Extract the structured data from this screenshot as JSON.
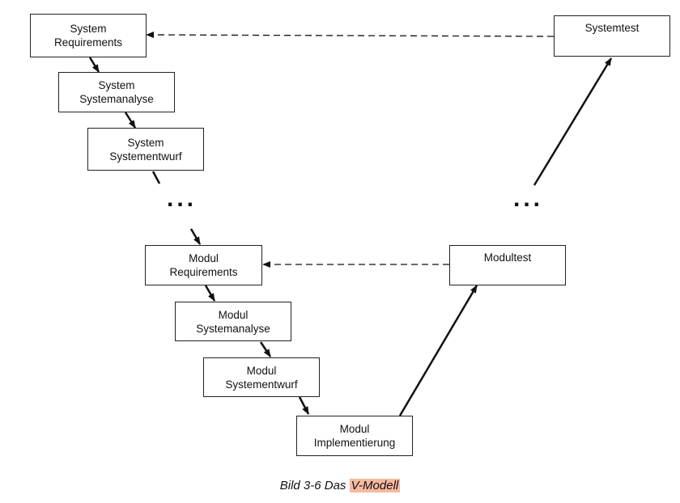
{
  "colors": {
    "line": "#111111",
    "border": "#222222",
    "highlight": "#f7b9a0"
  },
  "boxes": {
    "system_requirements": {
      "line1": "System",
      "line2": "Requirements"
    },
    "system_systemanalyse": {
      "line1": "System",
      "line2": "Systemanalyse"
    },
    "system_systementwurf": {
      "line1": "System",
      "line2": "Systementwurf"
    },
    "modul_requirements": {
      "line1": "Modul",
      "line2": "Requirements"
    },
    "modul_systemanalyse": {
      "line1": "Modul",
      "line2": "Systemanalyse"
    },
    "modul_systementwurf": {
      "line1": "Modul",
      "line2": "Systementwurf"
    },
    "modul_implementierung": {
      "line1": "Modul",
      "line2": "Implementierung"
    },
    "modultest": {
      "label": "Modultest"
    },
    "systemtest": {
      "label": "Systemtest"
    }
  },
  "ellipsis": "...",
  "caption": {
    "prefix": "Bild 3-6 Das ",
    "highlight": "V-Modell"
  }
}
